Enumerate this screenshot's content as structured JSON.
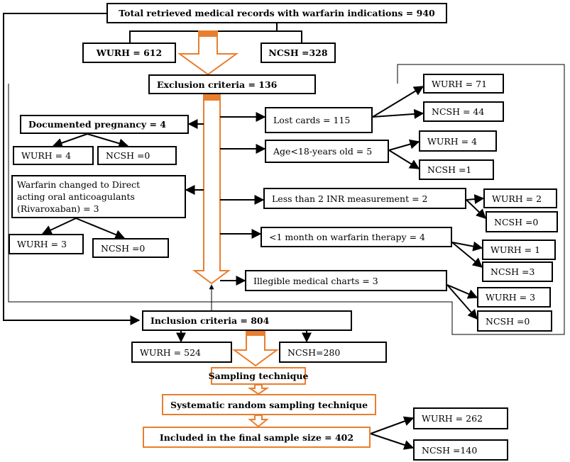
{
  "total": "Total retrieved medical records with warfarin indications = 940",
  "wurh_612": "WURH = 612",
  "ncsh_328": "NCSH =328",
  "exclusion": "Exclusion criteria = 136",
  "pregnancy": "Documented pregnancy = 4",
  "preg_wurh": "WURH = 4",
  "preg_ncsh": "NCSH =0",
  "doac_lines": [
    "Warfarin changed to Direct",
    "acting oral anticoagulants",
    "(Rivaroxaban) = 3"
  ],
  "doac_wurh": "WURH = 3",
  "doac_ncsh": "NCSH =0",
  "lost_cards": "Lost cards = 115",
  "lost_wurh": "WURH = 71",
  "lost_ncsh": "NCSH = 44",
  "age": "Age<18-years old = 5",
  "age_wurh": "WURH = 4",
  "age_ncsh": "NCSH =1",
  "inr": "Less than 2 INR measurement = 2",
  "inr_wurh": "WURH = 2",
  "inr_ncsh": "NCSH =0",
  "month": "<1 month on warfarin therapy = 4",
  "month_wurh": "WURH = 1",
  "month_ncsh": "NCSH =3",
  "illegible": "Illegible medical charts = 3",
  "ill_wurh": "WURH = 3",
  "ill_ncsh": "NCSH =0",
  "inclusion": "Inclusion criteria = 804",
  "wurh_524": "WURH = 524",
  "ncsh_280": "NCSH=280",
  "sampling": "Sampling technique",
  "systematic": "Systematic random sampling technique",
  "final": "Included in the final sample size = 402",
  "final_wurh": "WURH = 262",
  "final_ncsh": "NCSH =140",
  "colors": {
    "line": "#000000",
    "highlight": "#e87e2e"
  }
}
